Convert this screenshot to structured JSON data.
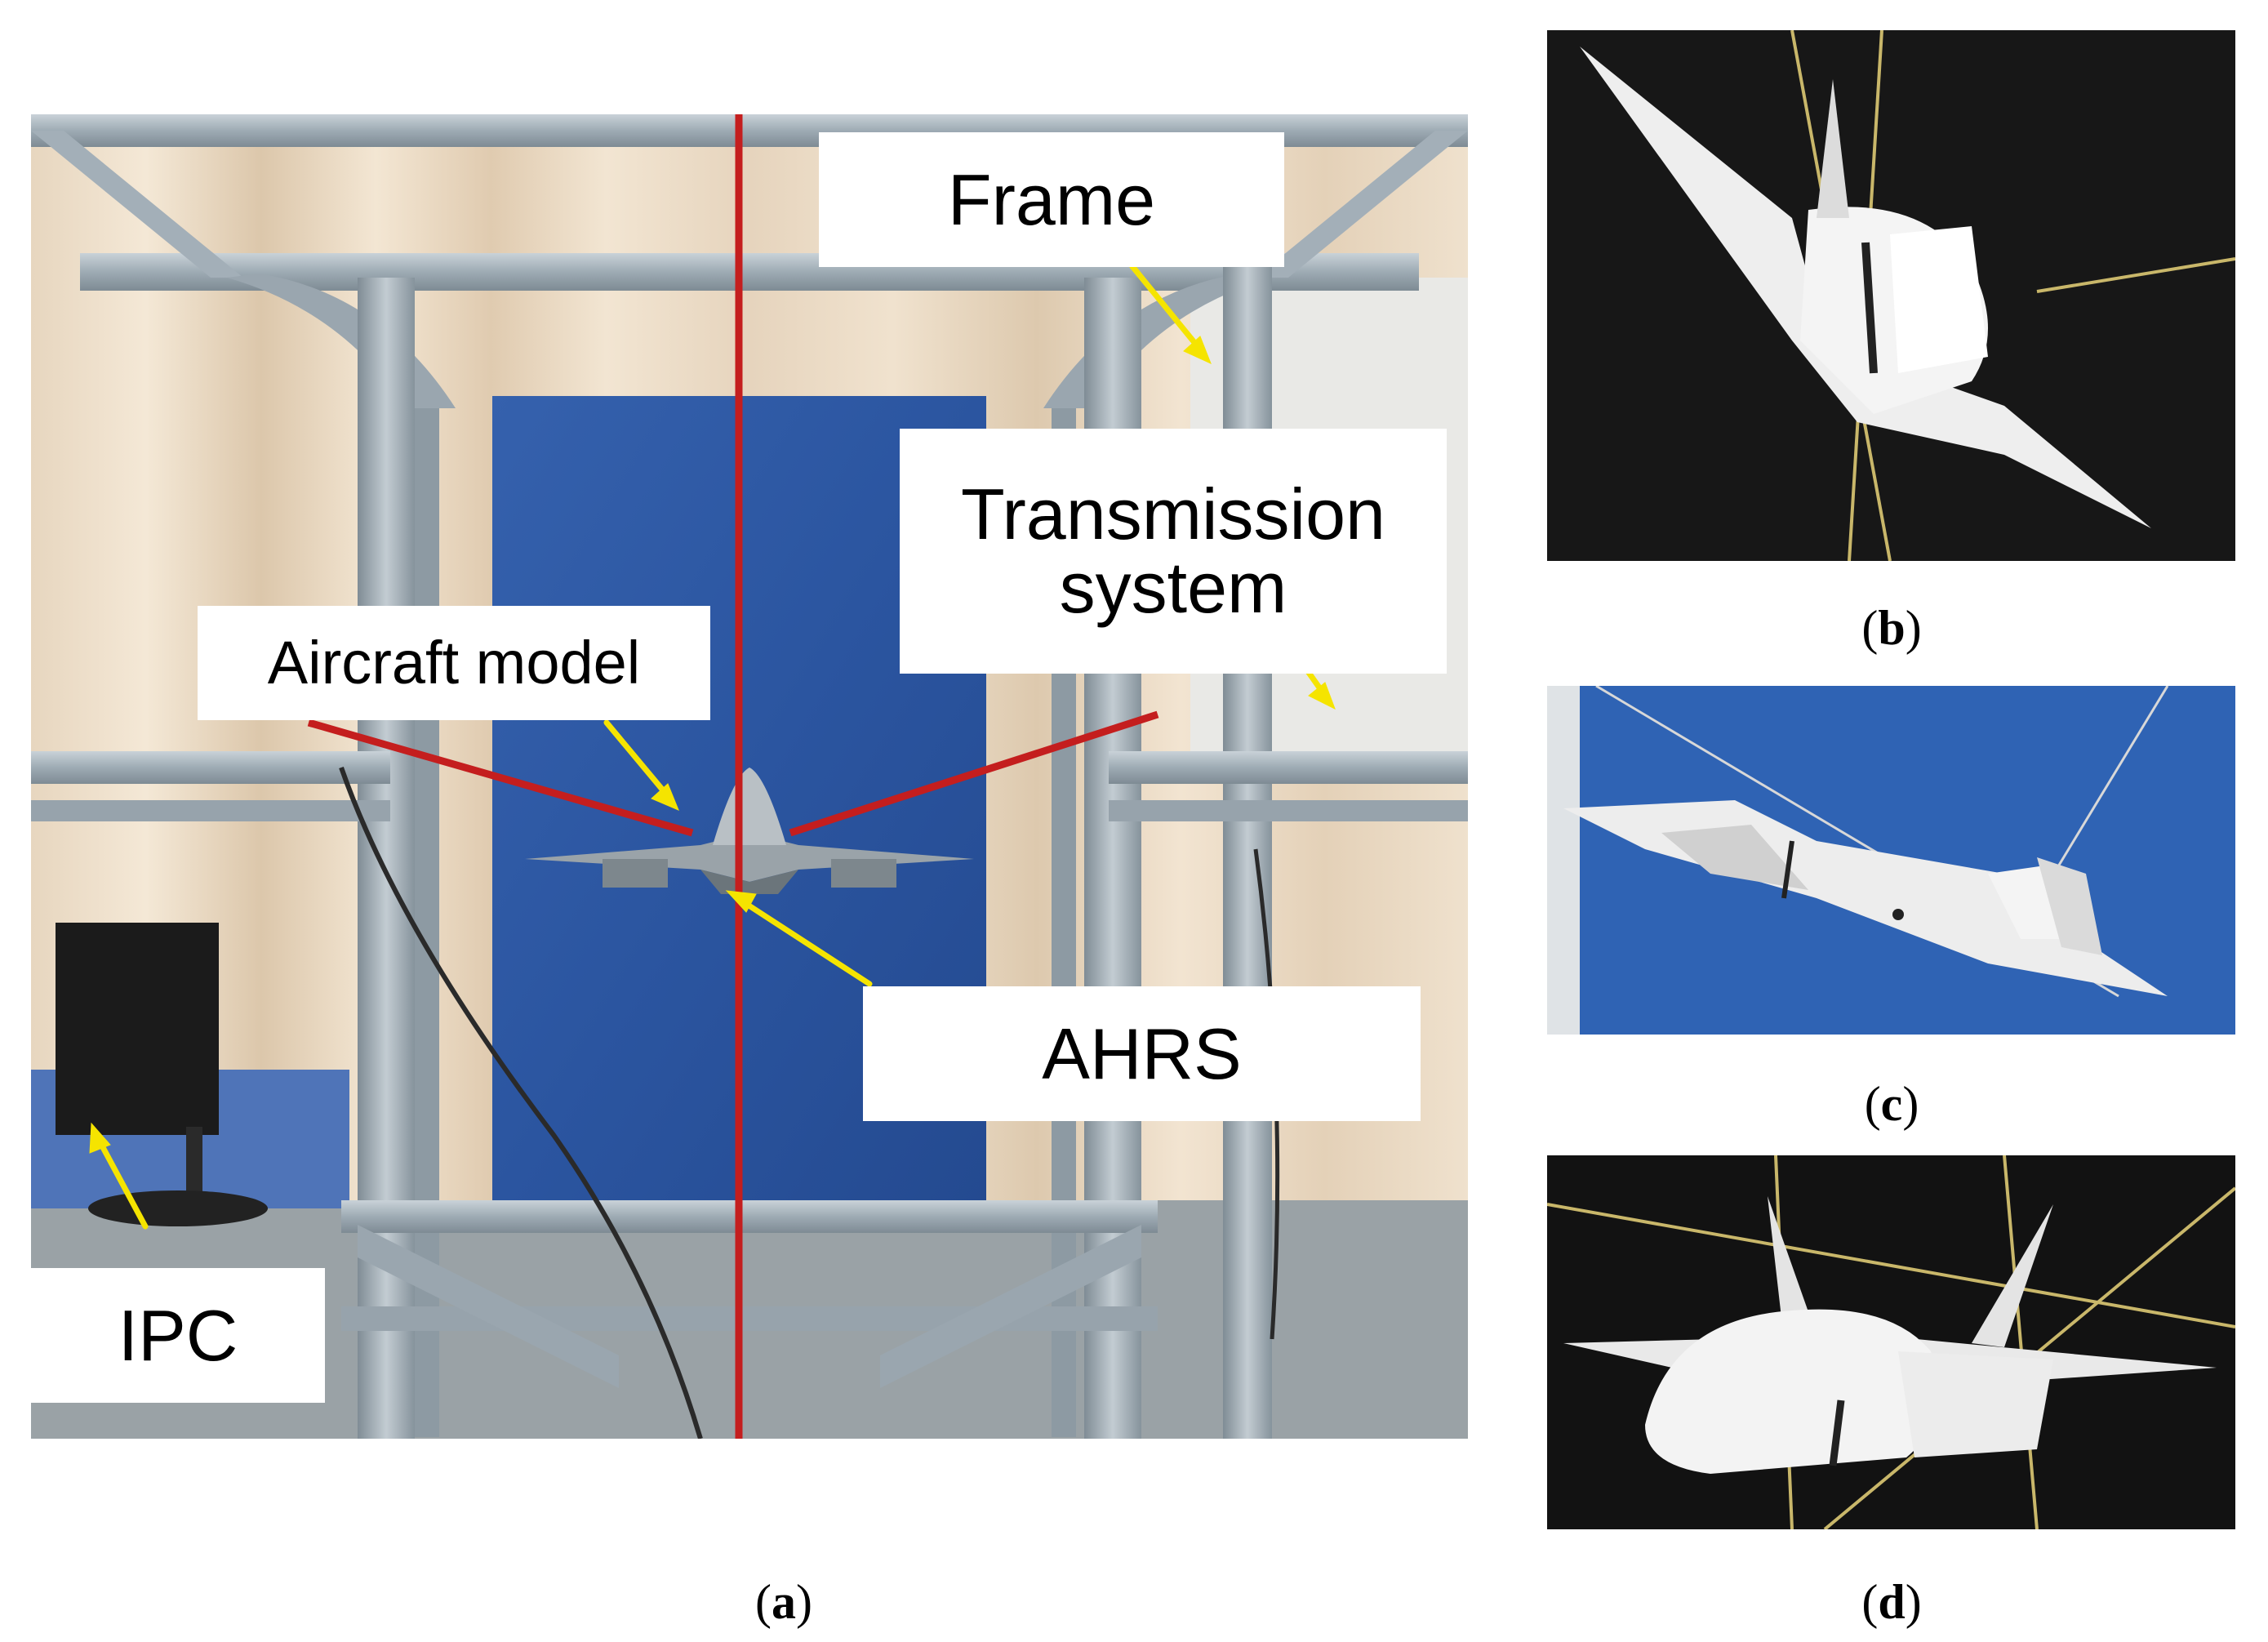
{
  "labels": {
    "frame": "Frame",
    "transmission": "Transmission system",
    "aircraft_model": "Aircraft model",
    "ahrs": "AHRS",
    "ipc": "IPC"
  },
  "captions": {
    "a": "a",
    "b": "b",
    "c": "c",
    "d": "d"
  },
  "colors": {
    "red_line": "#c41e1e",
    "arrow": "#f5e400",
    "backdrop_blue": "#2c5aa5",
    "dark_backdrop": "#141414",
    "frame_gray": "#a7b3bb"
  }
}
